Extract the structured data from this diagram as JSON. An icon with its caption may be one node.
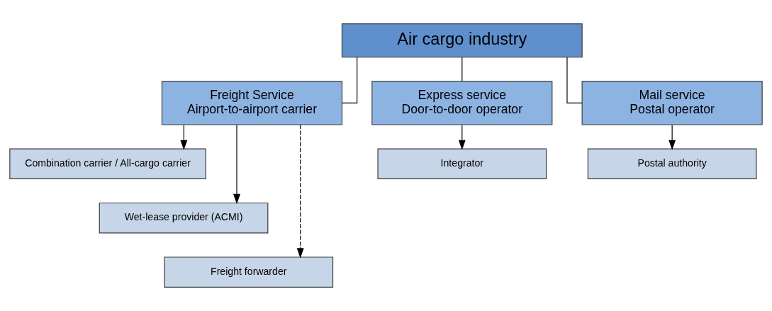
{
  "diagram": {
    "nodes": [
      {
        "text": [
          "Air cargo industry"
        ]
      },
      {
        "text": [
          "Freight Service",
          "Airport-to-airport carrier"
        ]
      },
      {
        "text": [
          "Express service",
          "Door-to-door operator"
        ]
      },
      {
        "text": [
          "Mail service",
          "Postal operator"
        ]
      },
      {
        "text": [
          "Combination carrier / All-cargo carrier"
        ]
      },
      {
        "text": [
          "Wet-lease provider (ACMI)"
        ]
      },
      {
        "text": [
          "Freight forwarder"
        ]
      },
      {
        "text": [
          "Integrator"
        ]
      },
      {
        "text": [
          "Postal authority"
        ]
      }
    ],
    "edges": [
      {
        "from": 0,
        "to": 1,
        "arrow": "none"
      },
      {
        "from": 0,
        "to": 2,
        "arrow": "none"
      },
      {
        "from": 0,
        "to": 3,
        "arrow": "none"
      },
      {
        "from": 1,
        "to": 4,
        "arrow": "to"
      },
      {
        "from": 1,
        "to": 5,
        "arrow": "to"
      },
      {
        "from": 1,
        "to": 6,
        "arrow": "to",
        "style": "dashed"
      },
      {
        "from": 2,
        "to": 7,
        "arrow": "to"
      },
      {
        "from": 3,
        "to": 8,
        "arrow": "to"
      }
    ]
  }
}
